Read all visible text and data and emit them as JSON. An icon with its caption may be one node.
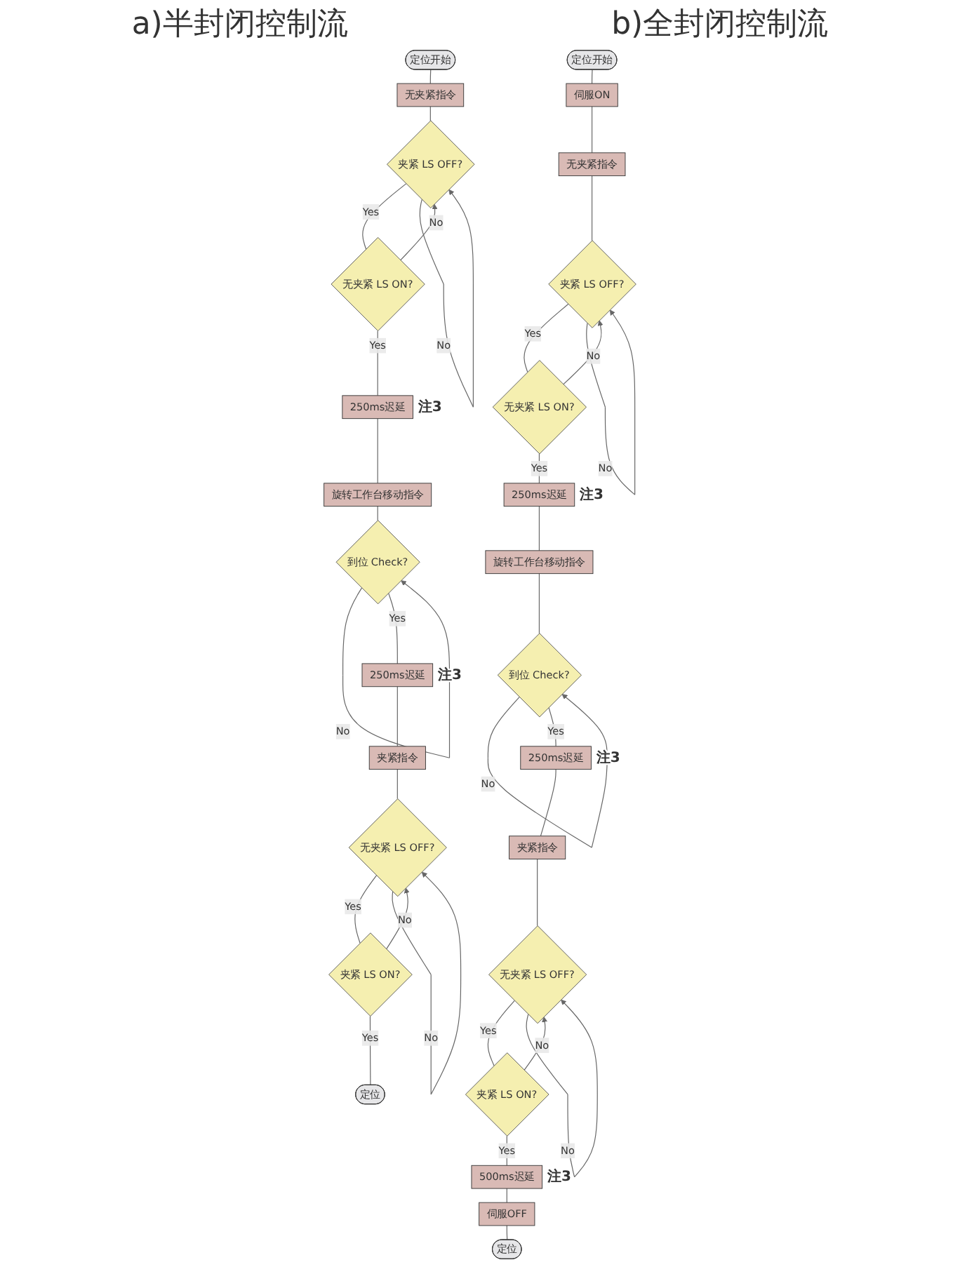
{
  "diagram": {
    "nodes": [
      {
        "text": [
          "定位开始"
        ]
      },
      {
        "text": [
          "无夹紧指令"
        ]
      },
      {
        "text": [
          "夹紧 LS OFF?"
        ]
      },
      {
        "text": [
          "无夹紧 LS ON?"
        ]
      },
      {
        "text": [
          "250ms迟延"
        ],
        "beside": [
          "注3"
        ]
      },
      {
        "text": [
          "旋转工作台移动指令"
        ]
      },
      {
        "text": [
          "到位 Check?"
        ]
      },
      {
        "text": [
          "250ms迟延"
        ],
        "beside": [
          "注3"
        ]
      },
      {
        "text": [
          "夹紧指令"
        ]
      },
      {
        "text": [
          "无夹紧 LS OFF?"
        ]
      },
      {
        "text": [
          "夹紧 LS ON?"
        ]
      },
      {
        "text": [
          "定位"
        ]
      },
      {
        "text": [
          "定位开始"
        ]
      },
      {
        "text": [
          "伺服ON"
        ]
      },
      {
        "text": [
          "无夹紧指令"
        ]
      },
      {
        "text": [
          "夹紧 LS OFF?"
        ]
      },
      {
        "text": [
          "无夹紧 LS ON?"
        ]
      },
      {
        "text": [
          "250ms迟延"
        ],
        "beside": [
          "注3"
        ]
      },
      {
        "text": [
          "旋转工作台移动指令"
        ]
      },
      {
        "text": [
          "到位 Check?"
        ]
      },
      {
        "text": [
          "250ms迟延"
        ],
        "beside": [
          "注3"
        ]
      },
      {
        "text": [
          "夹紧指令"
        ]
      },
      {
        "text": [
          "无夹紧 LS OFF?"
        ]
      },
      {
        "text": [
          "夹紧 LS ON?"
        ]
      },
      {
        "text": [
          "500ms迟延"
        ],
        "beside": [
          "注3"
        ]
      },
      {
        "text": [
          "伺服OFF"
        ]
      },
      {
        "text": [
          "定位"
        ]
      }
    ],
    "edges": [
      {
        "from": 0,
        "to": 1,
        "arrow": "none"
      },
      {
        "from": 1,
        "to": 2,
        "arrow": "none"
      },
      {
        "from": 2,
        "to": 3,
        "arrow": "none",
        "label": "Yes"
      },
      {
        "from": 2,
        "to": 2,
        "arrow": "to",
        "label": "No"
      },
      {
        "from": 3,
        "to": 2,
        "arrow": "to",
        "label": "No"
      },
      {
        "from": 3,
        "to": 4,
        "arrow": "none",
        "label": "Yes"
      },
      {
        "from": 4,
        "to": 5,
        "arrow": "none"
      },
      {
        "from": 5,
        "to": 6,
        "arrow": "none"
      },
      {
        "from": 6,
        "to": 6,
        "arrow": "to",
        "label": "No"
      },
      {
        "from": 6,
        "to": 7,
        "arrow": "none",
        "label": "Yes"
      },
      {
        "from": 7,
        "to": 8,
        "arrow": "none"
      },
      {
        "from": 8,
        "to": 9,
        "arrow": "none"
      },
      {
        "from": 9,
        "to": 10,
        "arrow": "none",
        "label": "Yes"
      },
      {
        "from": 9,
        "to": 9,
        "arrow": "to",
        "label": "No"
      },
      {
        "from": 10,
        "to": 9,
        "arrow": "to",
        "label": "No"
      },
      {
        "from": 10,
        "to": 11,
        "arrow": "none",
        "label": "Yes"
      },
      {
        "from": 12,
        "to": 13,
        "arrow": "none"
      },
      {
        "from": 13,
        "to": 14,
        "arrow": "none"
      },
      {
        "from": 14,
        "to": 15,
        "arrow": "none"
      },
      {
        "from": 15,
        "to": 16,
        "arrow": "none",
        "label": "Yes"
      },
      {
        "from": 15,
        "to": 15,
        "arrow": "to",
        "label": "No"
      },
      {
        "from": 16,
        "to": 15,
        "arrow": "to",
        "label": "No"
      },
      {
        "from": 16,
        "to": 17,
        "arrow": "none",
        "label": "Yes"
      },
      {
        "from": 17,
        "to": 18,
        "arrow": "none"
      },
      {
        "from": 18,
        "to": 19,
        "arrow": "none"
      },
      {
        "from": 19,
        "to": 19,
        "arrow": "to",
        "label": "No"
      },
      {
        "from": 19,
        "to": 20,
        "arrow": "none",
        "label": "Yes"
      },
      {
        "from": 20,
        "to": 21,
        "arrow": "none"
      },
      {
        "from": 21,
        "to": 22,
        "arrow": "none"
      },
      {
        "from": 22,
        "to": 23,
        "arrow": "none",
        "label": "Yes"
      },
      {
        "from": 22,
        "to": 22,
        "arrow": "to",
        "label": "No"
      },
      {
        "from": 23,
        "to": 22,
        "arrow": "to",
        "label": "No"
      },
      {
        "from": 23,
        "to": 24,
        "arrow": "none",
        "label": "Yes"
      },
      {
        "from": 24,
        "to": 25,
        "arrow": "none"
      },
      {
        "from": 25,
        "to": 26,
        "arrow": "none"
      }
    ],
    "labels": [
      "a)半封闭控制流",
      "b)全封闭控制流"
    ]
  }
}
